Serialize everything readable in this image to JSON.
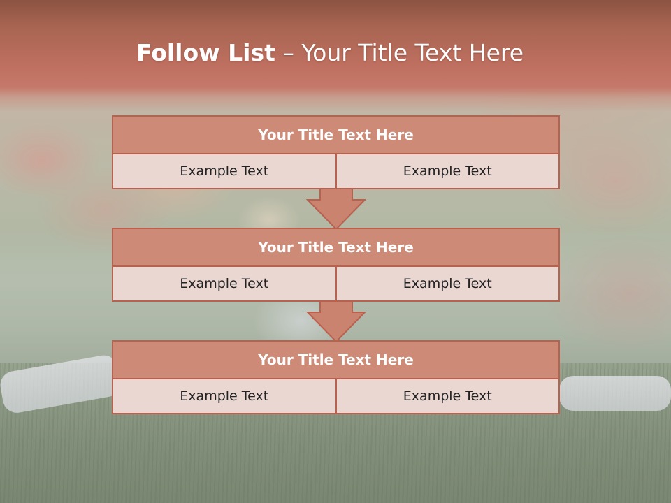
{
  "header": {
    "title_bold": "Follow List",
    "title_rest": " – Your Title Text Here"
  },
  "flow": {
    "blocks": [
      {
        "title": "Your Title Text Here",
        "left": "Example Text",
        "right": "Example Text"
      },
      {
        "title": "Your Title Text Here",
        "left": "Example Text",
        "right": "Example Text"
      },
      {
        "title": "Your Title Text Here",
        "left": "Example Text",
        "right": "Example Text"
      }
    ],
    "connector_icon": "down-arrow-icon"
  },
  "colors": {
    "header_band": "#bf7060",
    "block_title_fill": "#cd8a76",
    "block_border": "#b9614f",
    "cell_fill": "#ebd7d2",
    "arrow_fill": "#c9836f"
  }
}
